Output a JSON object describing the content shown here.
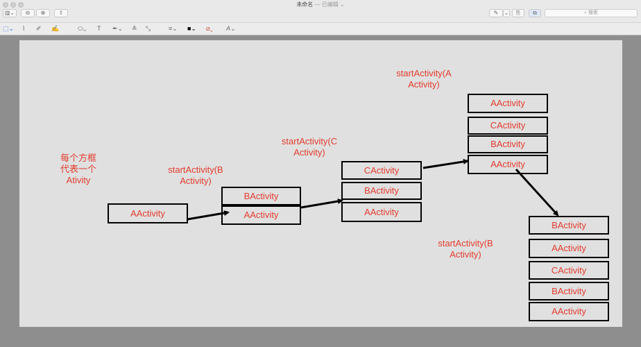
{
  "window": {
    "title": "未命名",
    "subtitle": " — 已编辑 ⌄",
    "search_placeholder": "⌕ 搜索"
  },
  "toolbar": {
    "sidebar_btn": "▥⌄",
    "zoom_out": "⊖",
    "zoom_in": "⊕",
    "share": "⇪",
    "pen_btn": "✎",
    "menu_btn": "⌄",
    "rotate_btn": "⎘",
    "toolbox_btn": "⧉"
  },
  "markup_tools": {
    "select": "⬚⌄",
    "instant_alpha": "⌇",
    "sketch": "✐",
    "draw": "✍",
    "shapes": "⬭⌄",
    "text": "T",
    "sign": "✒⌄",
    "adjust": "≙",
    "size": "⤡",
    "line_style": "≡⌄",
    "border_color": "■⌄",
    "fill_color": "⧄⌄",
    "text_style": "A⌄"
  },
  "annotations": {
    "note": "每个方框\n代表一个\nAtivity",
    "step1": "startActivity(B\nActivity)",
    "step2": "startActivity(C\nActivity)",
    "step3": "startActivity(A\nActivity)",
    "step4": "startActivity(B\nActivity)"
  },
  "stacks": {
    "s1": [
      "AActivity"
    ],
    "s2": [
      "BActivity",
      "AActivity"
    ],
    "s3": [
      "CActivity",
      "BActivity",
      "AActivity"
    ],
    "s4": [
      "AActivity",
      "CActivity",
      "BActivity",
      "AActivity"
    ],
    "s5": [
      "BActivity",
      "AActivity",
      "CActivity",
      "BActivity",
      "AActivity"
    ]
  },
  "colors": {
    "text_red": "#e33b2e",
    "canvas_bg": "#e0e0e0",
    "window_bg": "#8e8e8e"
  }
}
